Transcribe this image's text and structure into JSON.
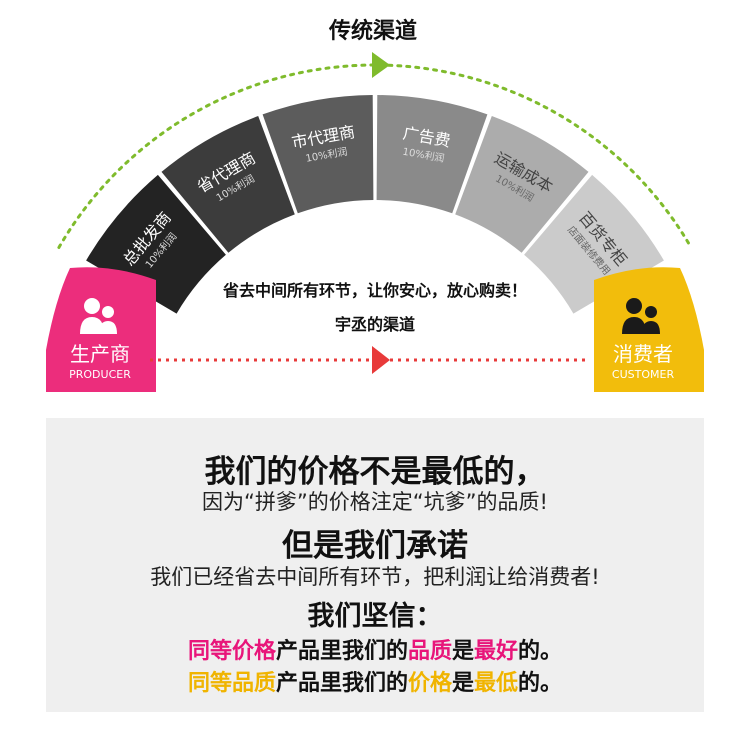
{
  "diagram": {
    "traditional_title": "传统渠道",
    "arc_segments": [
      {
        "name": "总批发商",
        "sub": "10%利润",
        "color": "#232323"
      },
      {
        "name": "省代理商",
        "sub": "10%利润",
        "color": "#3c3c3c"
      },
      {
        "name": "市代理商",
        "sub": "10%利润",
        "color": "#5c5c5c"
      },
      {
        "name": "广告费",
        "sub": "10%利润",
        "color": "#8a8a8a"
      },
      {
        "name": "运输成本",
        "sub": "10%利润",
        "color": "#acacac"
      },
      {
        "name": "百货专柜",
        "sub": "店面装修费用",
        "color": "#cbcbcb"
      }
    ],
    "producer": {
      "label": "生产商",
      "sub": "PRODUCER",
      "color": "#ec2d7c"
    },
    "consumer": {
      "label": "消费者",
      "sub": "CUSTOMER",
      "color": "#f2bd0c"
    },
    "center_text": "省去中间所有环节，让你安心，放心购卖！",
    "channel_text": "宇丞的渠道",
    "colors": {
      "green": "#7fbb2c",
      "red": "#e83a3a",
      "white_text": "#ffffff"
    }
  },
  "panel": {
    "line1": "我们的价格不是最低的，",
    "line2": "因为“拼爹”的价格注定“坑爹”的品质!",
    "line3": "但是我们承诺",
    "line4": "我们已经省去中间所有环节，把利润让给消费者!",
    "line5": "我们坚信：",
    "line6": {
      "a": "同等价格",
      "b": "产品里我们的",
      "c": "品质",
      "d": "是",
      "e": "最好",
      "f": "的。"
    },
    "line7": {
      "a": "同等品质",
      "b": "产品里我们的",
      "c": "价格",
      "d": "是",
      "e": "最低",
      "f": "的。"
    }
  }
}
